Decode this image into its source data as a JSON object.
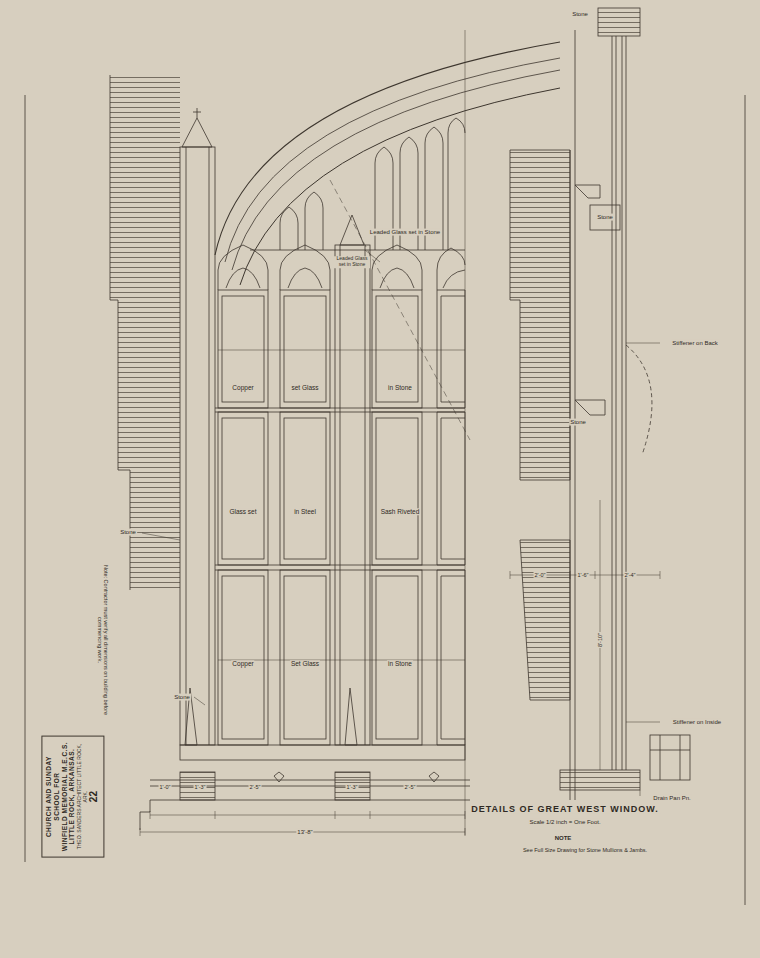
{
  "diagram": {
    "title": "DETAILS OF GREAT WEST WINDOW.",
    "nodes": [
      {
        "text": [
          "CHURCH AND SUNDAY SCHOOL FOR",
          "WINFIELD MEMORIAL M.E.C.S.",
          "LITTLE ROCK, ARKANSAS.",
          "THEO. SANDERS ARCHITECT LITTLE ROCK, ARK.",
          "22"
        ]
      }
    ],
    "labels": [
      "Leaded Glass set in Stone",
      "Leaded Glass set in Stone",
      "Copper",
      "set Glass",
      "in Stone",
      "Glass set",
      "in Steel",
      "Sash Riveted",
      "Copper",
      "Set Glass",
      "in Stone",
      "Stone",
      "Stone",
      "Stone",
      "Stone",
      "Stiffener on Back",
      "Stone",
      "Stiffener on Inside",
      "Drain Pan Pn.",
      "Note: Contractor must verify all dimensions on building before commencing work.",
      "Scale 1/2 inch = One Foot.",
      "NOTE",
      "See Full Size Drawing for Stone Mullions & Jambs.",
      "1'-0\"",
      "1'-3\"",
      "2'-5\"",
      "1'-3\"",
      "2'-5\"",
      "13'-8\"",
      "2'-0\"",
      "1'-6\"",
      "2'-4\"",
      "8'-10\""
    ]
  }
}
